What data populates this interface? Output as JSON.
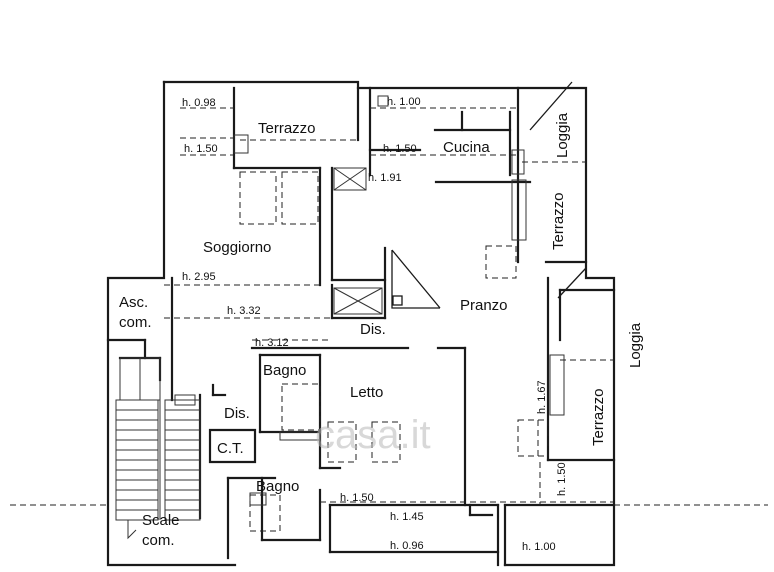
{
  "rooms": {
    "terrazzo_top": "Terrazzo",
    "cucina": "Cucina",
    "loggia_top": "Loggia",
    "terrazzo_right": "Terrazzo",
    "soggiorno": "Soggiorno",
    "pranzo": "Pranzo",
    "loggia_right": "Loggia",
    "terrazzo_lower": "Terrazzo",
    "asc_1": "Asc.",
    "asc_2": "com.",
    "dis_1": "Dis.",
    "bagno_1": "Bagno",
    "letto": "Letto",
    "dis_2": "Dis.",
    "ct": "C.T.",
    "bagno_2": "Bagno",
    "scale_1": "Scale",
    "scale_2": "com."
  },
  "heights": {
    "h1": "h. 0.98",
    "h2": "h. 1.00",
    "h3": "h. 1.50",
    "h4": "h. 1.50",
    "h5": "h. 1.91",
    "h6": "h. 2.95",
    "h7": "h. 3.32",
    "h8": "h. 3.12",
    "h9": "h. 1.67",
    "h10": "h. 1.50",
    "h11": "h. 1.50",
    "h12": "h. 1.45",
    "h13": "h. 0.96",
    "h14": "h. 1.00"
  },
  "watermark": "casa.it"
}
